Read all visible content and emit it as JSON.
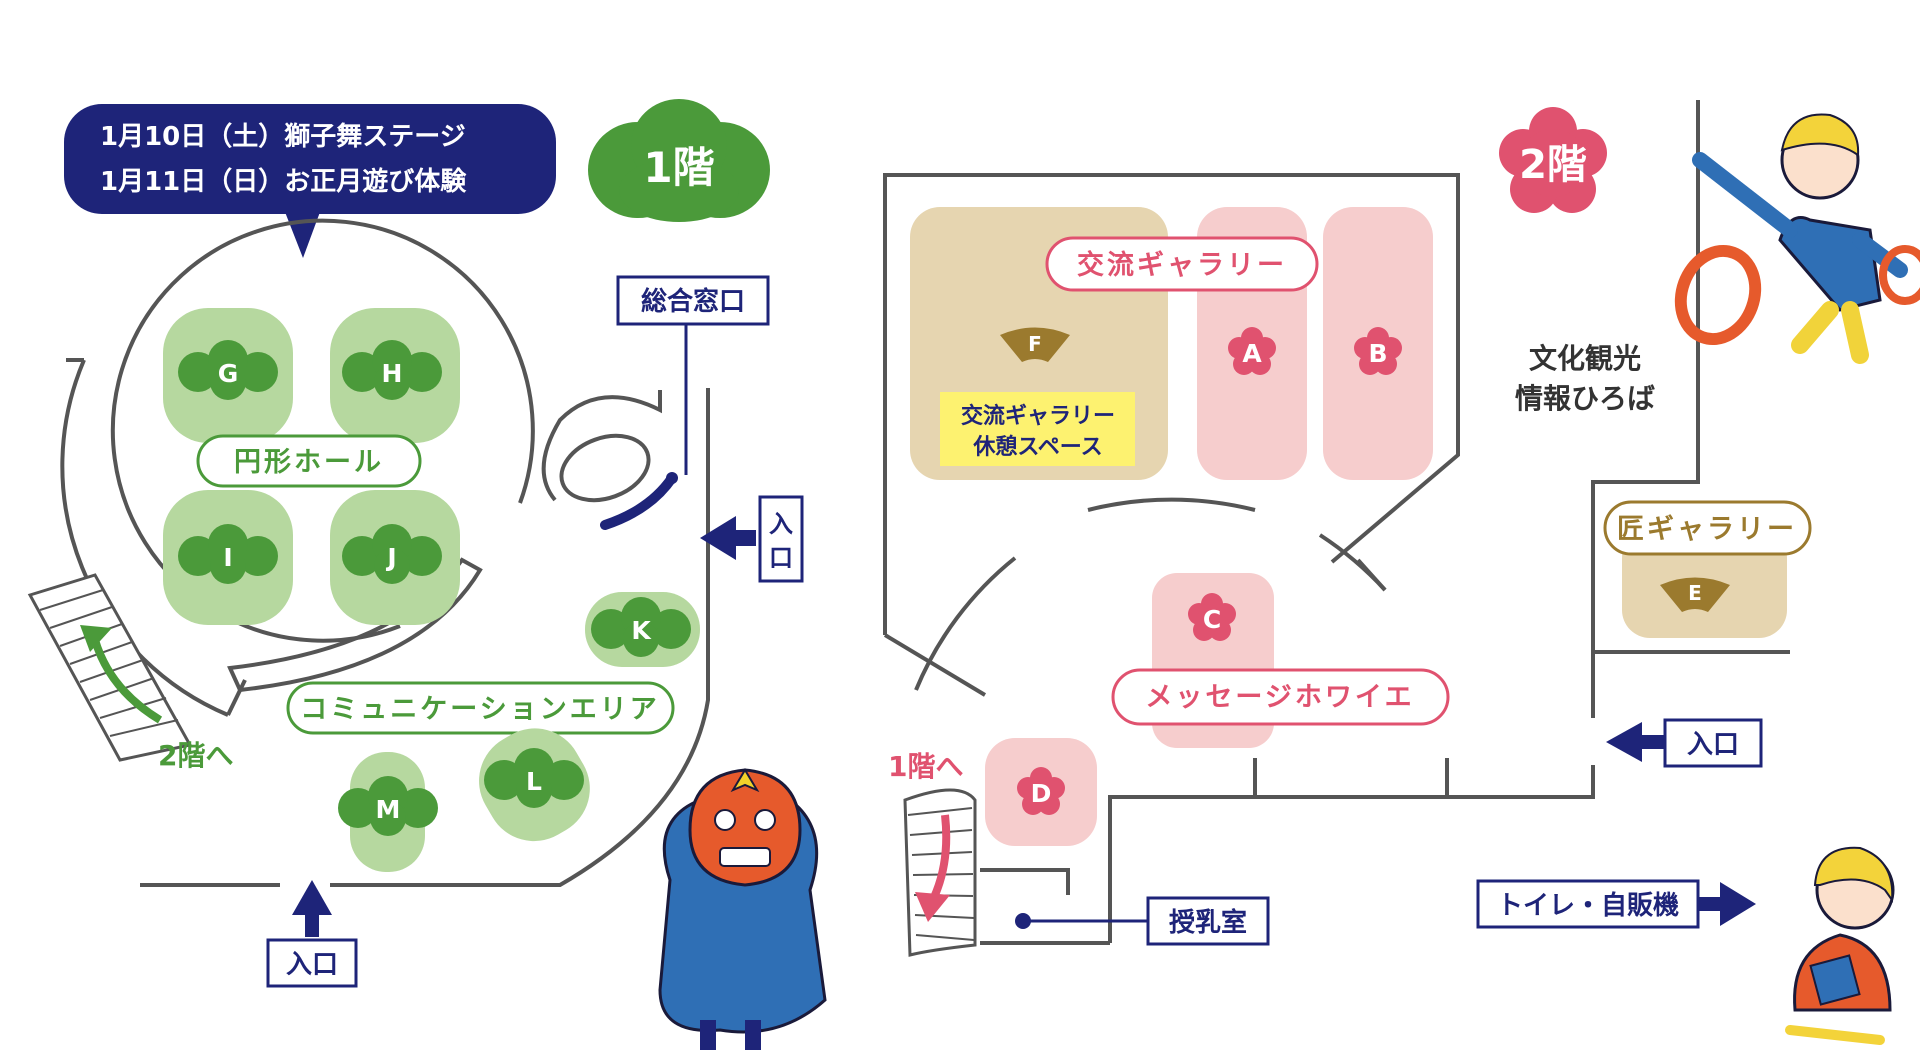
{
  "floor1": {
    "badge": "1階",
    "event_lines": [
      "1月10日（土）獅子舞ステージ",
      "1月11日（日）お正月遊び体験"
    ],
    "hall_label": "円形ホール",
    "community_label": "コミュニケーションエリア",
    "booths": [
      "G",
      "H",
      "I",
      "J",
      "K",
      "L",
      "M"
    ],
    "counter_label": "総合窓口",
    "entrance_right": "入口",
    "entrance_bottom": "入口",
    "stairs_label": "2階へ"
  },
  "floor2": {
    "badge": "2階",
    "gallery_label": "交流ギャラリー",
    "rest_label_line1": "交流ギャラリー",
    "rest_label_line2": "休憩スペース",
    "booths": [
      "F",
      "A",
      "B",
      "C",
      "D",
      "E"
    ],
    "foyer_label": "メッセージホワイエ",
    "takumi_label": "匠ギャラリー",
    "info_line1": "文化観光",
    "info_line2": "情報ひろば",
    "entrance": "入口",
    "nursing_label": "授乳室",
    "stairs_label": "1階へ",
    "toilet_label": "トイレ・自販機"
  },
  "colors": {
    "navy": "#1e2479",
    "green": "#4b9a3a",
    "light_green": "#b6d89f",
    "pink": "#e0526f",
    "light_pink": "#f6cdcd",
    "beige": "#e6d5b0",
    "gold": "#9b7a2e",
    "wall": "#555555"
  },
  "icons": {
    "plum_blossom": "plum-blossom-icon",
    "pine_cloud": "pine-cloud-icon",
    "fan": "fan-icon",
    "arrow": "arrow-icon",
    "lion_dancer": "lion-dance-illustration",
    "child_ring_toss": "child-ring-toss-illustration",
    "child_puzzle": "child-puzzle-illustration"
  }
}
